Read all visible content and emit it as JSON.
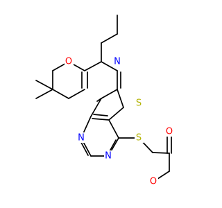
{
  "molecule": {
    "colors": {
      "bond": "#000000",
      "O": "#ff0000",
      "N": "#0000ff",
      "S": "#b2b200"
    },
    "atom_labels": {
      "ring_oxygen": "O",
      "pyridine_nitrogen": "N",
      "thiophene_sulfur": "S",
      "pyrimidine_nitrogen_1": "N",
      "pyrimidine_nitrogen_2": "N",
      "thioether_sulfur": "S",
      "carbonyl_oxygen": "O",
      "ester_oxygen": "O"
    }
  }
}
